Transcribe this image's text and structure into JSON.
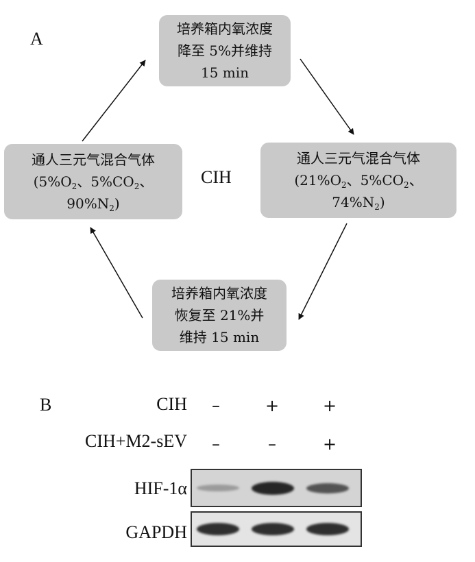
{
  "panel_a": {
    "label": "A",
    "center_label": "CIH",
    "boxes": {
      "top": {
        "line1": "培养箱内氧浓度",
        "line2": "降至 5%并维持",
        "line3": "15 min"
      },
      "right": {
        "line1": "通人三元气混合气体",
        "line2_a": "(21%O",
        "line2_sub1": "2",
        "line2_b": "、5%CO",
        "line2_sub2": "2",
        "line2_c": "、",
        "line3_a": "74%N",
        "line3_sub": "2",
        "line3_b": ")"
      },
      "bottom": {
        "line1": "培养箱内氧浓度",
        "line2": "恢复至 21%并",
        "line3": "维持 15 min"
      },
      "left": {
        "line1": "通人三元气混合气体",
        "line2_a": "(5%O",
        "line2_sub1": "2",
        "line2_b": "、5%CO",
        "line2_sub2": "2",
        "line2_c": "、",
        "line3_a": "90%N",
        "line3_sub": "2",
        "line3_b": ")"
      }
    }
  },
  "panel_b": {
    "label": "B",
    "conditions": [
      {
        "label": "CIH",
        "signs": [
          "–",
          "+",
          "+"
        ]
      },
      {
        "label": "CIH+M2-sEV",
        "signs": [
          "–",
          "–",
          "+"
        ]
      }
    ],
    "blots": [
      {
        "label": "HIF-1α",
        "band_intensity": [
          0.25,
          0.9,
          0.65
        ]
      },
      {
        "label": "GAPDH",
        "band_intensity": [
          0.85,
          0.85,
          0.85
        ]
      }
    ]
  }
}
